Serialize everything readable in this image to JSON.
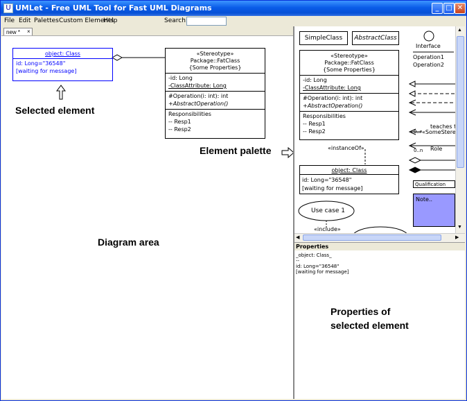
{
  "window": {
    "title": "UMLet - Free UML Tool for Fast UML Diagrams",
    "app_icon": "U",
    "minimize": "_",
    "maximize": "□",
    "close": "✕"
  },
  "menu": {
    "items": [
      "File",
      "Edit",
      "Palettes",
      "Custom Elements",
      "Help"
    ],
    "search_label": "Search:"
  },
  "tabs": [
    {
      "label": "new *",
      "close": "×"
    }
  ],
  "canvas": {
    "object": {
      "title": "object: Class",
      "attrs": [
        "id: Long=\"36548\"",
        "[waiting for message]"
      ]
    },
    "fatclass": {
      "stereotype": "«Stereotype»",
      "name": "Package::FatClass",
      "props": "{Some Properties}",
      "attrs": [
        "-id: Long",
        "-ClassAttribute: Long"
      ],
      "ops": [
        "#Operation(i: int): int",
        "+AbstractOperation()"
      ],
      "resp": [
        "Responsibilities",
        "-- Resp1",
        "-- Resp2"
      ]
    }
  },
  "annotations": {
    "selected": "Selected element",
    "palette": "Element palette",
    "diagram": "Diagram area",
    "properties_line1": "Properties of",
    "properties_line2": "selected element"
  },
  "palette": {
    "simple_class": "SimpleClass",
    "abstract_class": "AbstractClass",
    "interface_name": "Interface",
    "interface_ops": [
      "Operation1",
      "Operation2"
    ],
    "fatclass": {
      "stereotype": "«Stereotype»",
      "name": "Package::FatClass",
      "props": "{Some Properties}",
      "attrs": [
        "-id: Long",
        "-ClassAttribute: Long"
      ],
      "ops": [
        "#Operation(i: int): int",
        "+AbstractOperation()"
      ],
      "resp": [
        "Responsibilities",
        "-- Resp1",
        "-- Resp2"
      ]
    },
    "instance_of": "«instanceOf»",
    "object": {
      "title": "object: Class",
      "attrs": [
        "id: Long=\"36548\"",
        "[waiting for message]"
      ]
    },
    "usecase": "Use case 1",
    "include": "«include»",
    "teaches": "teaches t",
    "assoc_left": "0..n",
    "assoc_stereo": "«SomeStere",
    "assoc_left2": "0..n",
    "role": "Role",
    "qualification": "Qualification",
    "note": "Note.."
  },
  "properties": {
    "header": "Properties",
    "lines": [
      "_object: Class_",
      "--",
      "id: Long=\"36548\"",
      "[waiting for message]"
    ]
  },
  "colors": {
    "selected": "#0000ff",
    "note": "#9999ff",
    "titlebar": "#0a5ce8"
  }
}
